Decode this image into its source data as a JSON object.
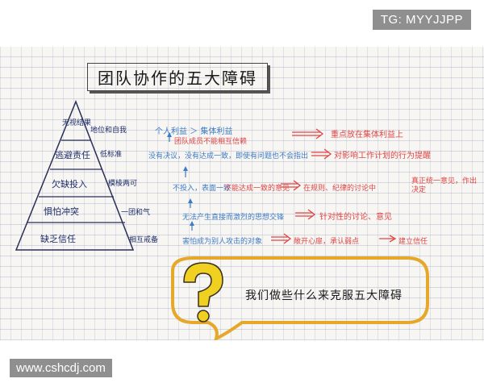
{
  "watermark_top": "TG: MYYJJPP",
  "watermark_bottom": "www.cshcdj.com",
  "title": "团队协作的五大障碍",
  "pyramid": {
    "levels": [
      {
        "label": "无视结果",
        "side": "地位和自我"
      },
      {
        "label": "逃避责任",
        "side": "低标准"
      },
      {
        "label": "欠缺投入",
        "side": "模棱两可"
      },
      {
        "label": "惧怕冲突",
        "side": "一团和气"
      },
      {
        "label": "缺乏信任",
        "side": "相互戒备"
      }
    ]
  },
  "notes": {
    "row1_blue": "个人利益 ＞ 集体利益",
    "row1_blue_sub": "团队成员不能相互信赖",
    "row1_red": "重点放在集体利益上",
    "row2_blue": "没有决议，没有达成一致，即使有问题也不会指出",
    "row2_red": "对影响工作计划的行为提醒",
    "row3_blue_a": "不投入，表面一致",
    "row3_blue_b": "不能达成一致的意见",
    "row3_red": "在规则、纪律的讨论中",
    "row3_red_right": "真正统一意见，作出决定",
    "row4_blue": "无法产生直接而激烈的思想交锋",
    "row4_red": "针对性的讨论、意见",
    "row5_blue": "害怕成为别人攻击的对象",
    "row5_red": "敞开心扉，承认弱点",
    "row5_red_end": "建立信任"
  },
  "bubble": {
    "text": "我们做些什么来克服五大障碍"
  }
}
